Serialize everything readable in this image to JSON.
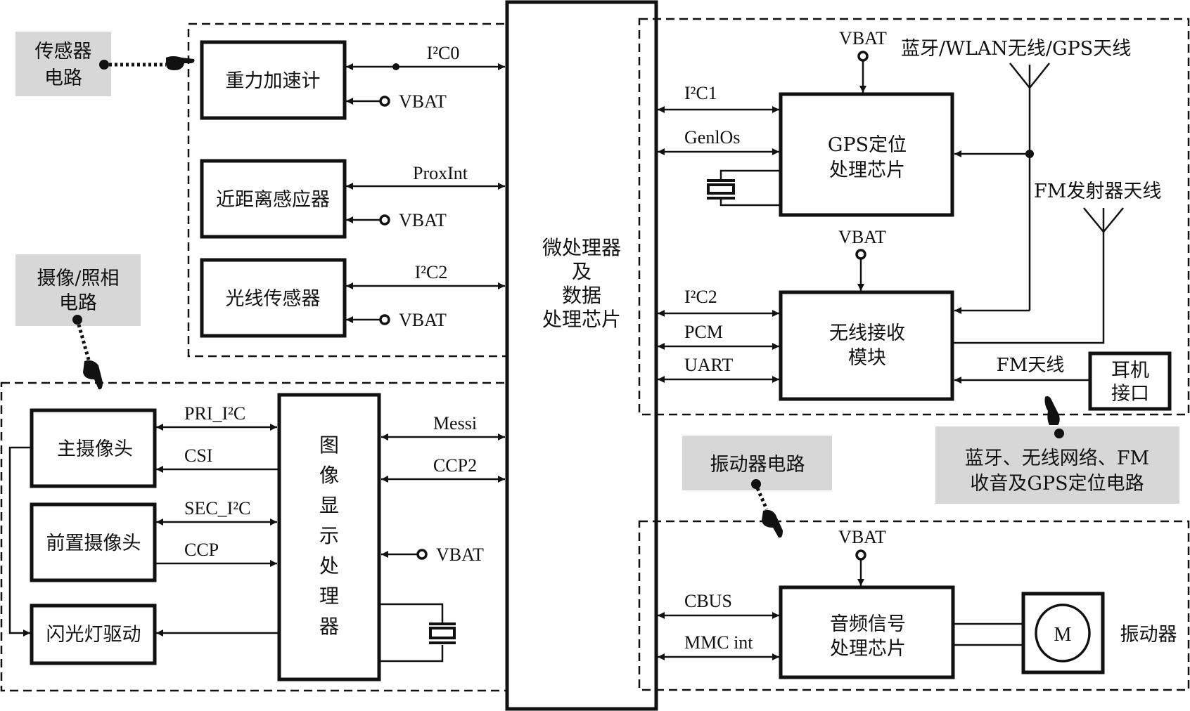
{
  "callouts": {
    "sensor": [
      "传感器",
      "电路"
    ],
    "camera": [
      "摄像/照相",
      "电路"
    ],
    "vibrator": [
      "振动器电路"
    ],
    "wireless": [
      "蓝牙、无线网络、FM",
      "收音及GPS定位电路"
    ]
  },
  "cpu": {
    "lines": [
      "微处理器",
      "及",
      "数据",
      "处理芯片"
    ]
  },
  "sensors": {
    "accelerometer": "重力加速计",
    "proximity": "近距离感应器",
    "light": "光线传感器",
    "accel_bus": "I²C0",
    "prox_bus": "ProxInt",
    "light_bus": "I²C2",
    "vbat": "VBAT"
  },
  "camera": {
    "main_cam": "主摄像头",
    "front_cam": "前置摄像头",
    "flash": "闪光灯驱动",
    "isp_chars": [
      "图",
      "像",
      "显",
      "示",
      "处",
      "理",
      "器"
    ],
    "pri_bus": "PRI_I²C",
    "csi": "CSI",
    "sec_bus": "SEC_I²C",
    "ccp": "CCP",
    "messi": "Messi",
    "ccp2": "CCP2",
    "vbat": "VBAT"
  },
  "wireless": {
    "gps_chip": [
      "GPS定位",
      "处理芯片"
    ],
    "radio": [
      "无线接收",
      "模块"
    ],
    "earphone": [
      "耳机",
      "接口"
    ],
    "i2c1": "I²C1",
    "genios": "GenlOs",
    "i2c2": "I²C2",
    "pcm": "PCM",
    "uart": "UART",
    "vbat": "VBAT",
    "antenna_main": "蓝牙/WLAN无线/GPS天线",
    "antenna_fm_tx": "FM发射器天线",
    "fm_antenna": "FM天线"
  },
  "vibrator": {
    "audio_chip": [
      "音频信号",
      "处理芯片"
    ],
    "motor": "M",
    "label": "振动器",
    "cbus": "CBUS",
    "mmc": "MMC int",
    "vbat": "VBAT"
  }
}
